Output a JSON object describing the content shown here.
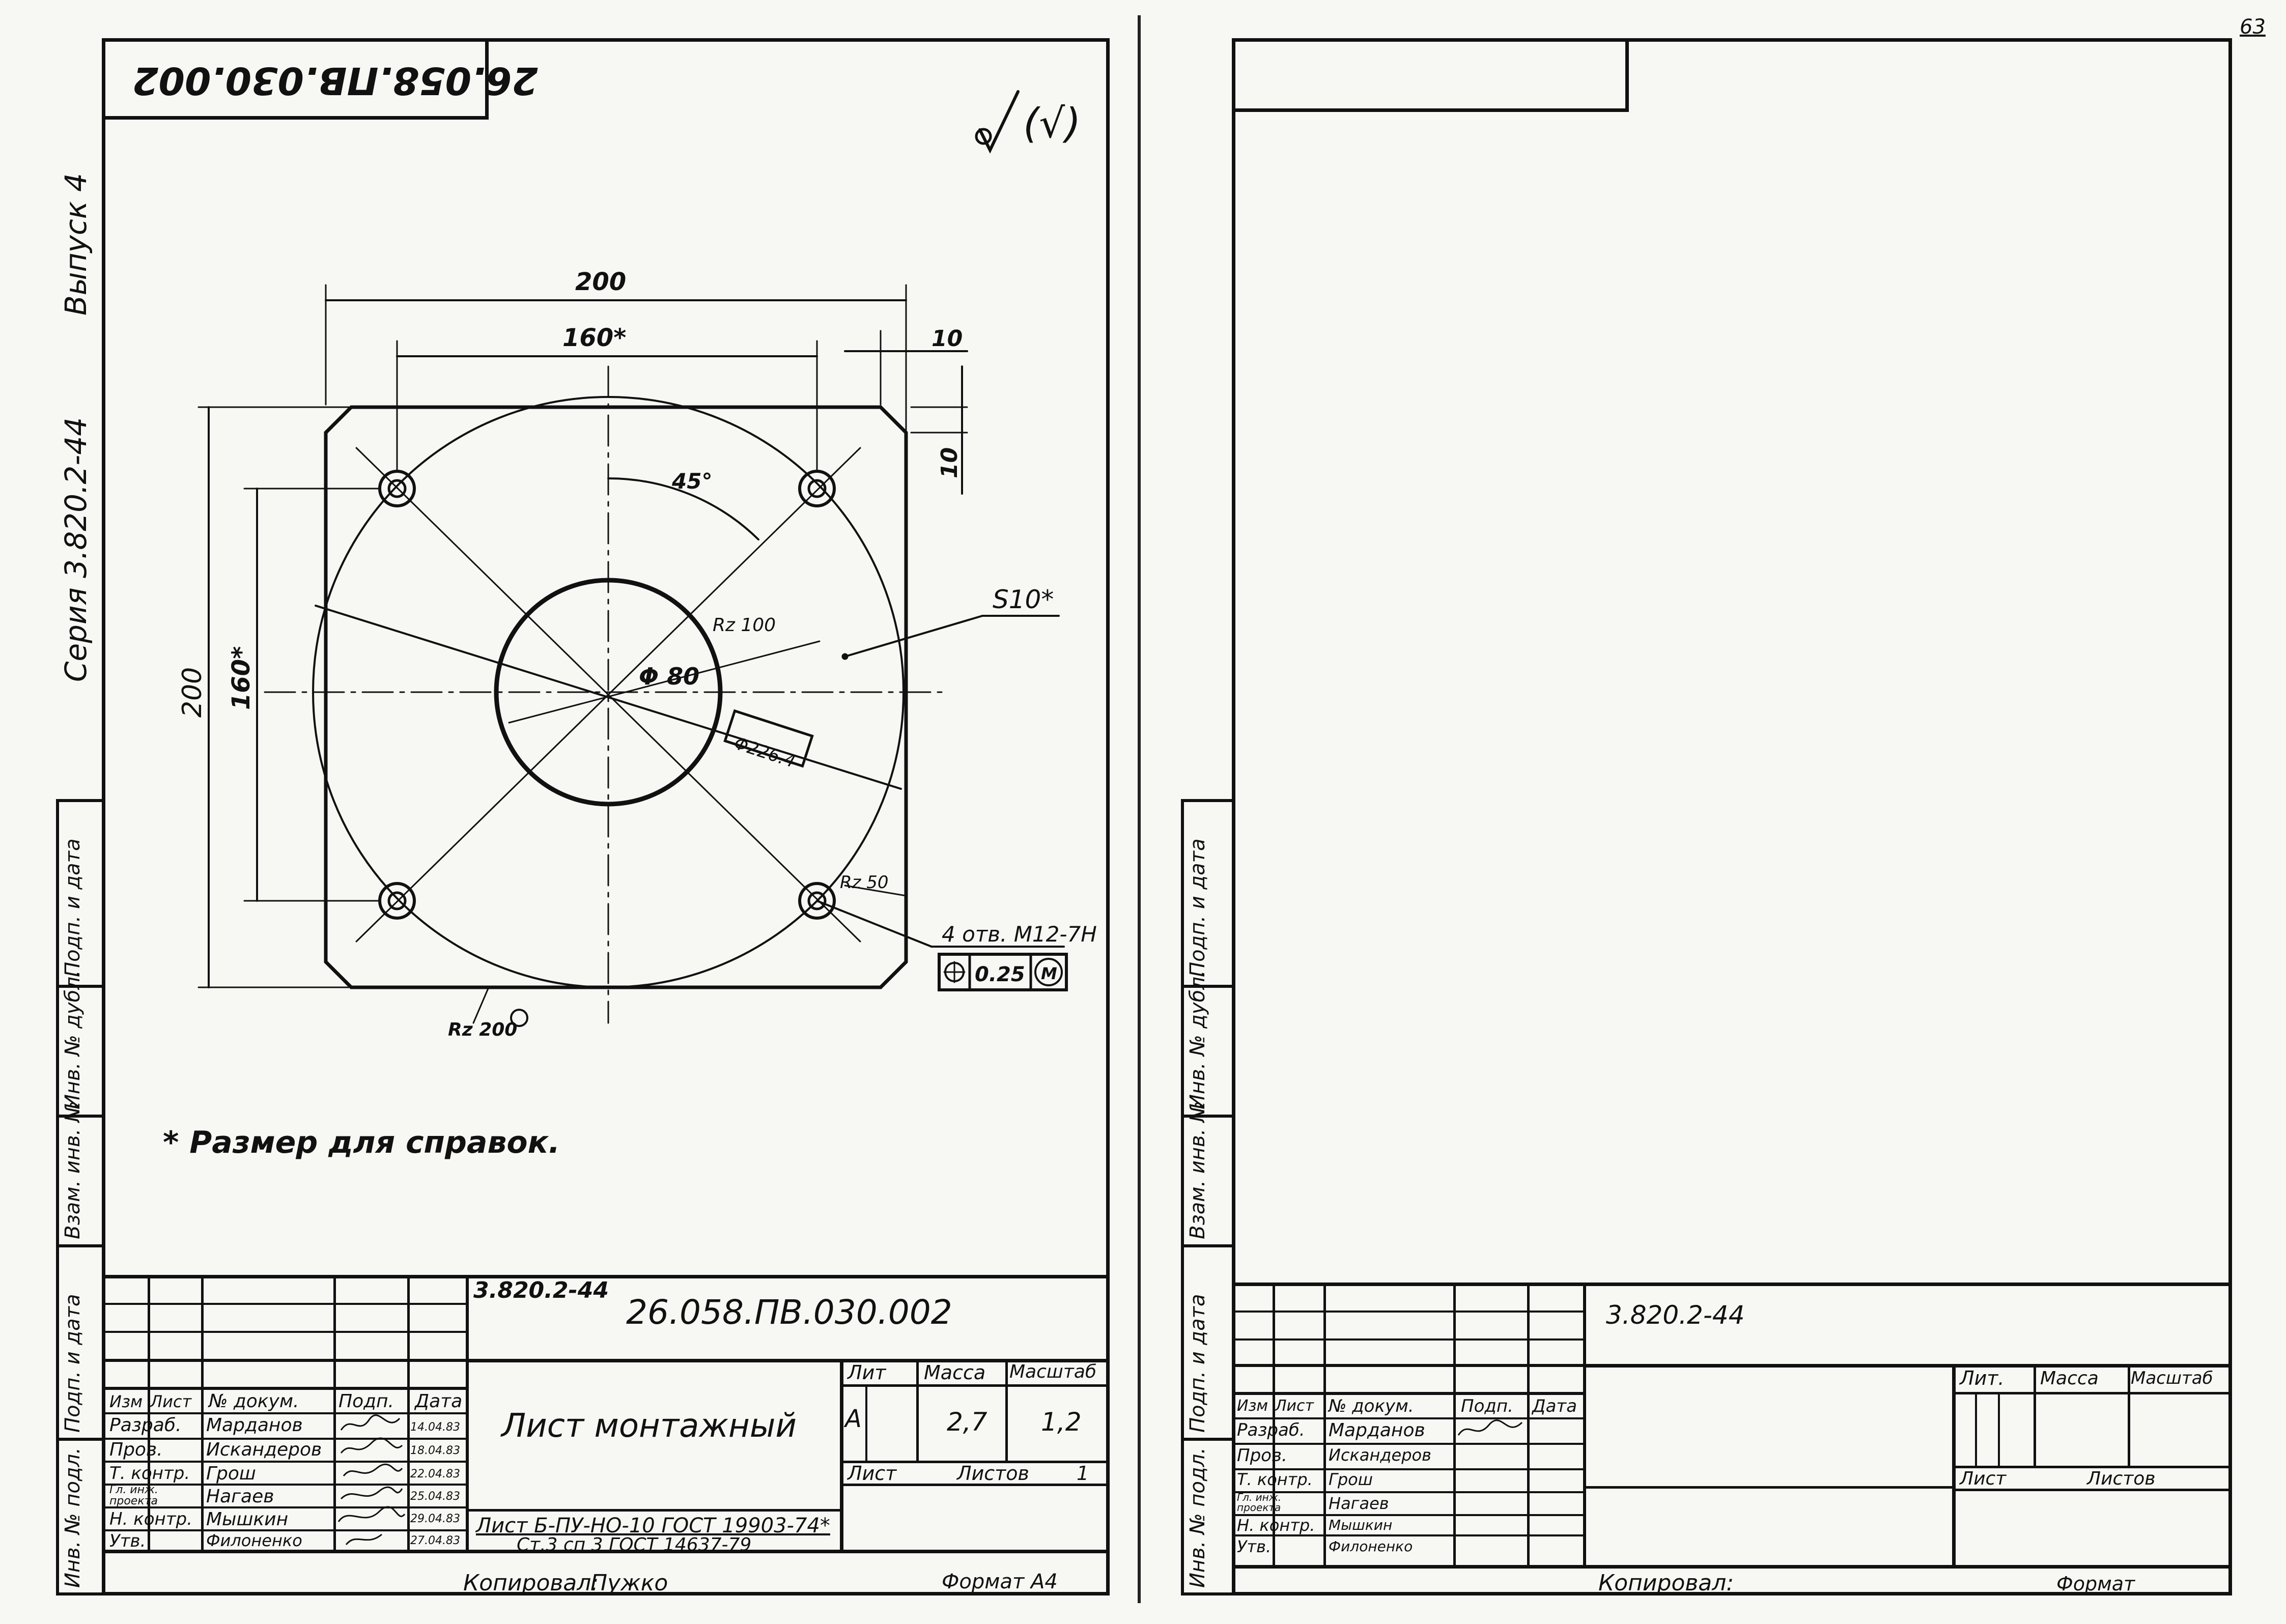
{
  "page_number": "63",
  "left_sheet": {
    "series_label": "Серия 3.820.2-44",
    "issue_label": "Выпуск 4",
    "upside_stamp": "26.058.ПВ.030.002",
    "roughness_symbol": "√ (√)",
    "dims": {
      "width_overall": "200",
      "bolt_spacing_x": "160*",
      "chamfer_x": "10",
      "chamfer_y": "10",
      "height_overall": "200",
      "bolt_spacing_y": "160*",
      "angle": "45°",
      "thickness": "S10*",
      "roughness_hole": "Rz 100",
      "bore_dia": "Φ 80",
      "outer_dia": "Φ226.4",
      "roughness_bolt": "Rz 50",
      "roughness_edge": "Rz 200"
    },
    "holes_note": "4 отв. М12-7Н",
    "position_tolerance": "0.25",
    "tolerance_modifier": "M",
    "footnote": "* Размер для справок.",
    "side_columns": [
      "Подп. и дата",
      "Инв. № дубл.",
      "Взам. инв. №",
      "Подп. и дата",
      "Инв. № подл."
    ],
    "title_block": {
      "series_code": "3.820.2-44",
      "doc_number": "26.058.ПВ.030.002",
      "headers": [
        "Изм",
        "Лист",
        "№ докум.",
        "Подп.",
        "Дата"
      ],
      "roles": [
        "Разраб.",
        "Пров.",
        "Т. контр.",
        "Гл. инж. проекта",
        "Н. контр.",
        "Утв."
      ],
      "names": [
        "Марданов",
        "Искандеров",
        "Грош",
        "Нагаев",
        "Мышкин",
        "Филоненко"
      ],
      "dates": [
        "14.04.83",
        "18.04.83",
        "22.04.83",
        "25.04.83",
        "29.04.83",
        "27.04.83"
      ],
      "title": "Лист монтажный",
      "lit_label": "Лит",
      "mass_label": "Масса",
      "scale_label": "Масштаб",
      "lit_value": "А",
      "mass_value": "2,7",
      "scale_value": "1,2",
      "sheet_label": "Лист",
      "sheets_label": "Листов",
      "sheets_value": "1",
      "material_line1": "Лист Б-ПУ-НО-10 ГОСТ 19903-74*",
      "material_line2": "Ст.3 сп 3 ГОСТ 14637-79"
    },
    "copied_label": "Копировал:",
    "copied_name": "Пужко",
    "format_label": "Формат А4"
  },
  "right_sheet": {
    "side_columns": [
      "Подп. и дата",
      "Инв. № дубл.",
      "Взам. инв. №",
      "Подп. и дата",
      "Инв. № подл."
    ],
    "title_block": {
      "series_code": "3.820.2-44",
      "headers": [
        "Изм",
        "Лист",
        "№ докум.",
        "Подп.",
        "Дата"
      ],
      "roles": [
        "Разраб.",
        "Пров.",
        "Т. контр.",
        "Гл. инж. проекта",
        "Н. контр.",
        "Утв."
      ],
      "names": [
        "Марданов",
        "Искандеров",
        "Грош",
        "Нагаев",
        "Мышкин",
        "Филоненко"
      ],
      "lit_label": "Лит.",
      "mass_label": "Масса",
      "scale_label": "Масштаб",
      "sheet_label": "Лист",
      "sheets_label": "Листов"
    },
    "copied_label": "Копировал:",
    "format_label": "Формат"
  }
}
